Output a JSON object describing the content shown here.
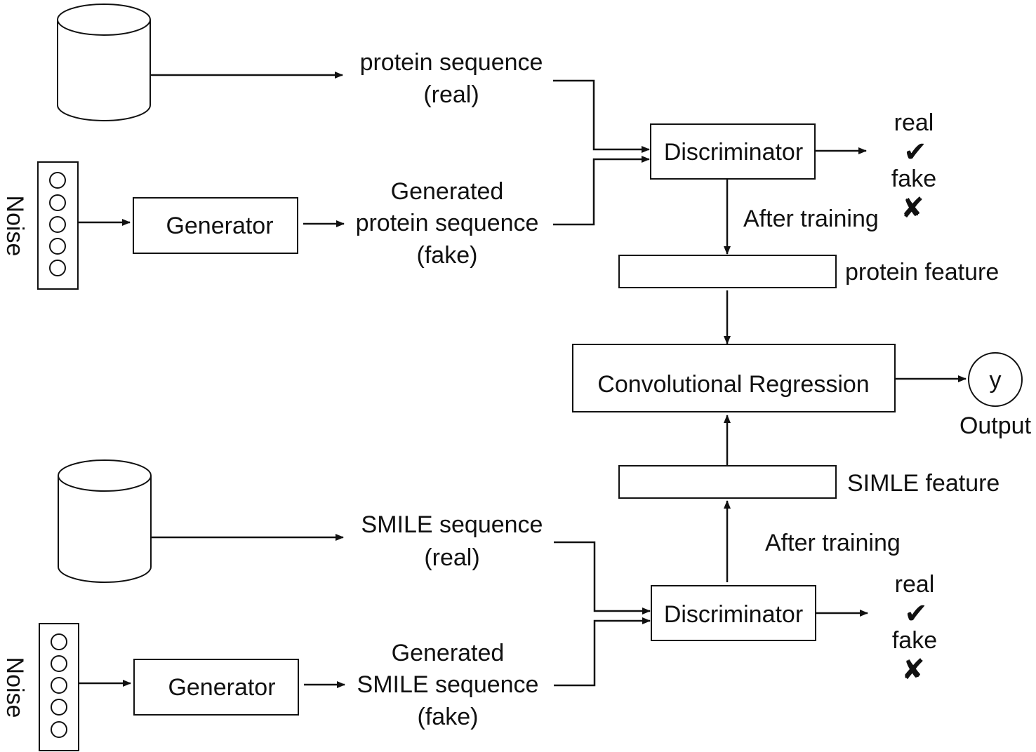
{
  "top": {
    "real_seq_line1": "protein sequence",
    "real_seq_line2": "(real)",
    "noise_label": "Noise",
    "generator_label": "Generator",
    "gen_seq_line1": "Generated",
    "gen_seq_line2": "protein sequence",
    "gen_seq_line3": "(fake)",
    "discriminator_label": "Discriminator",
    "real_label": "real",
    "fake_label": "fake",
    "after_training": "After training",
    "feature_label": "protein feature"
  },
  "center": {
    "regression_label": "Convolutional Regression",
    "output_symbol": "y",
    "output_label": "Output"
  },
  "bottom": {
    "feature_label": "SIMLE feature",
    "after_training": "After training",
    "real_seq_line1": "SMILE sequence",
    "real_seq_line2": "(real)",
    "noise_label": "Noise",
    "generator_label": "Generator",
    "gen_seq_line1": "Generated",
    "gen_seq_line2": "SMILE sequence",
    "gen_seq_line3": "(fake)",
    "discriminator_label": "Discriminator",
    "real_label": "real",
    "fake_label": "fake"
  },
  "icons": {
    "check": "✔",
    "cross": "✘"
  }
}
